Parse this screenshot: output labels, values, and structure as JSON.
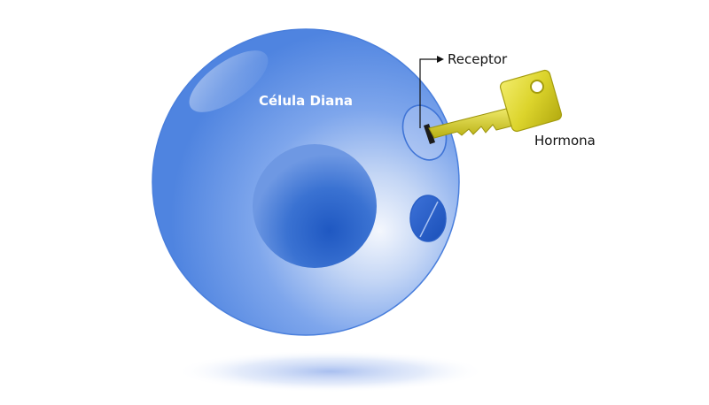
{
  "labels": {
    "cell": "Célula Diana",
    "receptor": "Receptor",
    "hormone": "Hormona"
  },
  "colors": {
    "cell_body": "#5b8fe6",
    "cell_edge": "#3f74d6",
    "nucleus": "#2f68cc",
    "organelle": "#1f58c4",
    "key": "#d8d02a",
    "key_shadow": "#b5ad12"
  }
}
